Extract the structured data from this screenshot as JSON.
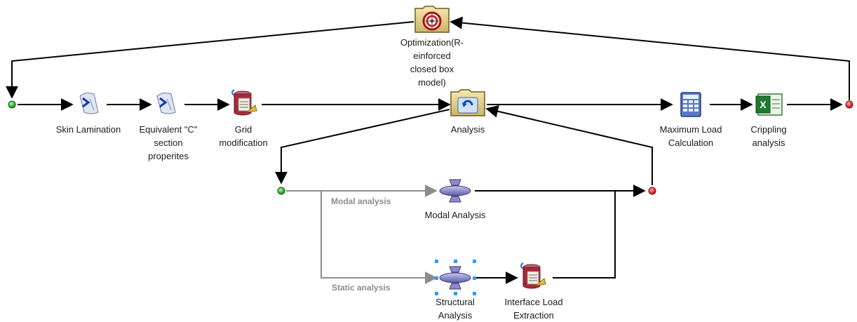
{
  "nodes": {
    "optimization": {
      "label": "Optimization(R-\neinforced\nclosed box\nmodel)",
      "icon": "target-folder-icon"
    },
    "skin_lamination": {
      "label": "Skin Lamination",
      "icon": "script-icon"
    },
    "equivalent_c": {
      "label": "Equivalent \"C\"\nsection\nproperites",
      "icon": "script-icon"
    },
    "grid_modification": {
      "label": "Grid\nmodification",
      "icon": "database-tool-icon"
    },
    "analysis": {
      "label": "Analysis",
      "icon": "loop-folder-icon"
    },
    "maximum_load": {
      "label": "Maximum Load\nCalculation",
      "icon": "calculator-icon"
    },
    "crippling": {
      "label": "Crippling\nanalysis",
      "icon": "excel-icon"
    },
    "modal_analysis": {
      "label": "Modal Analysis",
      "icon": "solver-icon"
    },
    "structural_analysis": {
      "label": "Structural\nAnalysis",
      "icon": "solver-icon"
    },
    "interface_load": {
      "label": "Interface Load\nExtraction",
      "icon": "database-tool-icon"
    }
  },
  "edge_labels": {
    "modal": "Modal analysis",
    "static": "Static analysis"
  },
  "colors": {
    "start": "#22aa22",
    "end": "#dd2222",
    "edge": "#000000",
    "conditional_edge": "#8c8c8c",
    "selection": "#3399ff"
  }
}
